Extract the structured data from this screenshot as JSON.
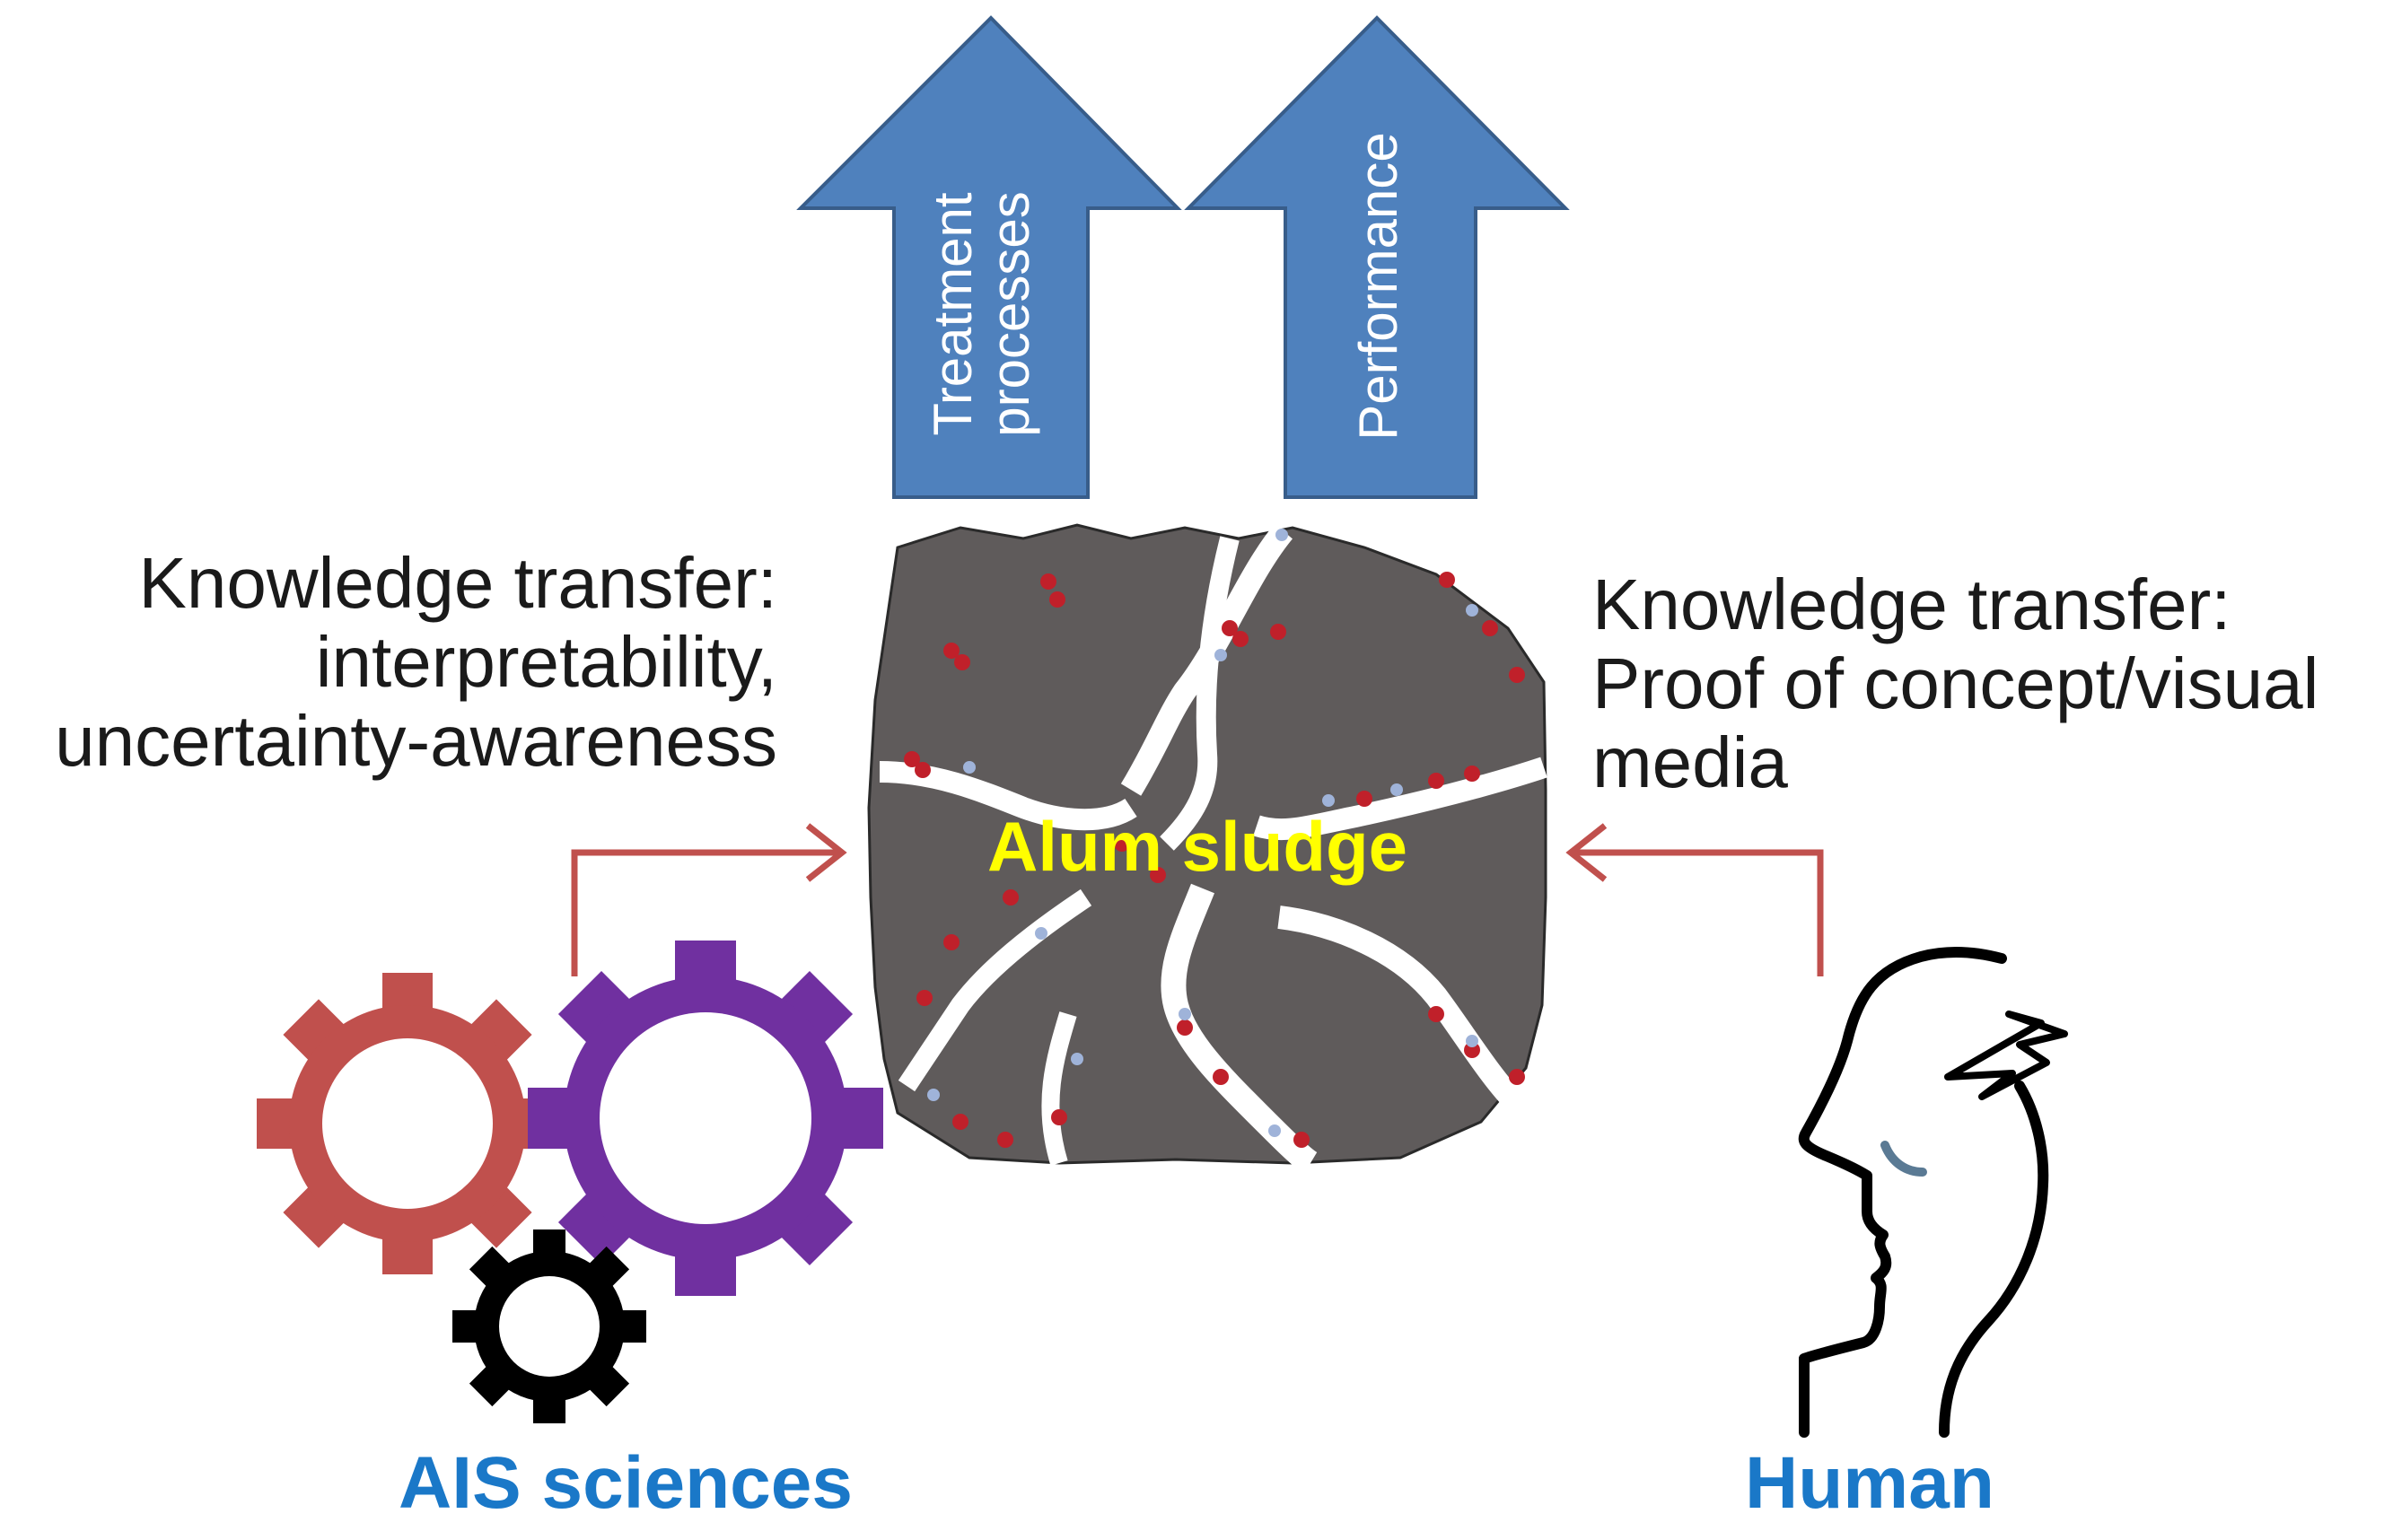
{
  "arrows": {
    "treatment": "Treatment\nprocesses",
    "performance": "Performance"
  },
  "left_text": {
    "line1": "Knowledge transfer:",
    "line2": "interpretability,",
    "line3": "uncertainty-awareness"
  },
  "right_text": {
    "line1": "Knowledge transfer:",
    "line2": "Proof of concept/visual",
    "line3": "media"
  },
  "center_label": "Alum sludge",
  "labels": {
    "ais": "AIS sciences",
    "human": "Human"
  },
  "colors": {
    "arrow_fill": "#4f81bd",
    "arrow_stroke": "#385d8a",
    "connector": "#c0504d",
    "gear_red": "#c0504d",
    "gear_purple": "#7030a0",
    "gear_black": "#000000",
    "sludge": "#5f5b5b",
    "label_blue": "#1a78c8",
    "sludge_label": "#ffff00"
  },
  "icons": [
    "gear-icon",
    "head-icon",
    "lightning-icon"
  ]
}
